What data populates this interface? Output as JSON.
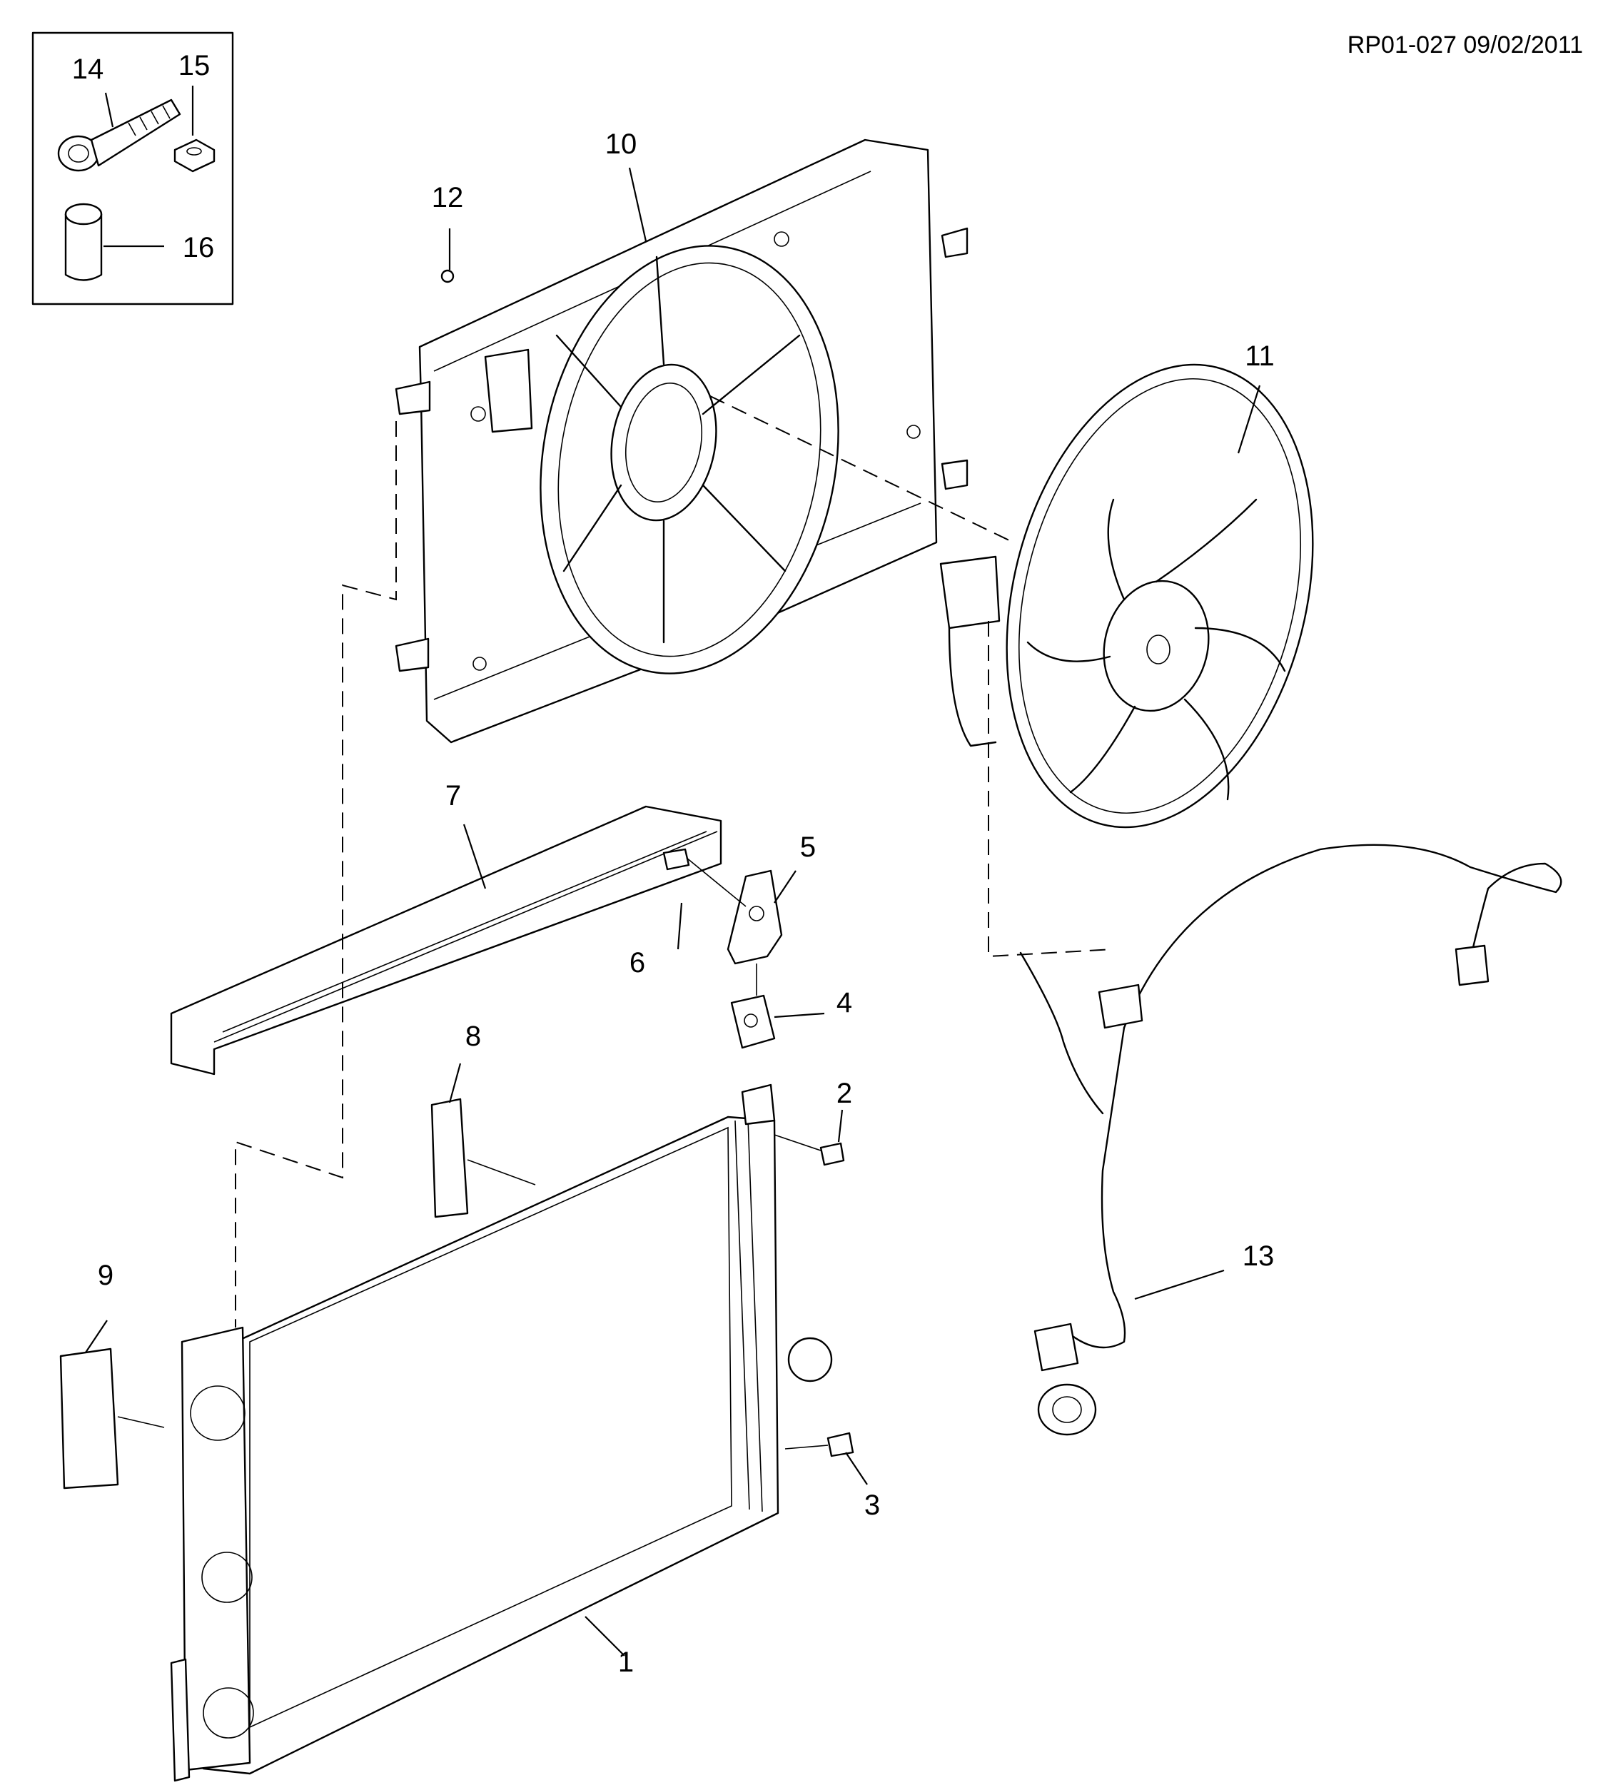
{
  "reference": "RP01-027 09/02/2011",
  "callouts": [
    "1",
    "2",
    "3",
    "4",
    "5",
    "6",
    "7",
    "8",
    "9",
    "10",
    "11",
    "12",
    "13",
    "14",
    "15",
    "16"
  ]
}
